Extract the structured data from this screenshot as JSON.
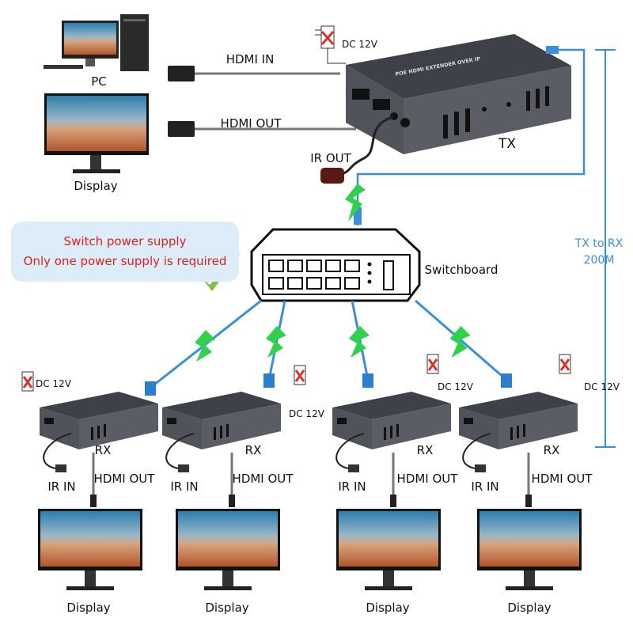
{
  "source": {
    "pc_label": "PC",
    "display_label": "Display",
    "hdmi_in_label": "HDMI IN",
    "hdmi_out_label": "HDMI OUT"
  },
  "tx": {
    "label": "TX",
    "dc_label": "DC 12V",
    "ir_out_label": "IR OUT",
    "device_print": "POE HDMI EXTENDER OVER IP"
  },
  "distance": {
    "line1": "TX to RX",
    "line2": "200M"
  },
  "callout": {
    "line1": "Switch power supply",
    "line2": "Only one power supply is required"
  },
  "switch": {
    "label": "Switchboard"
  },
  "receivers": [
    {
      "label": "RX",
      "dc_label": "DC 12V",
      "ir_label": "IR IN",
      "hdmi_label": "HDMI OUT",
      "display_label": "Display"
    },
    {
      "label": "RX",
      "dc_label": "DC 12V",
      "ir_label": "IR IN",
      "hdmi_label": "HDMI OUT",
      "display_label": "Display"
    },
    {
      "label": "RX",
      "dc_label": "DC 12V",
      "ir_label": "IR IN",
      "hdmi_label": "HDMI OUT",
      "display_label": "Display"
    },
    {
      "label": "RX",
      "dc_label": "DC 12V",
      "ir_label": "IR IN",
      "hdmi_label": "HDMI OUT",
      "display_label": "Display"
    }
  ],
  "colors": {
    "cable_blue": "#3a8fd8",
    "device_gray": "#4a4e54",
    "cross_red": "#d9342b",
    "check_green": "#7cc243",
    "callout_bg": "#dcedf9",
    "callout_text": "#e0201c"
  }
}
